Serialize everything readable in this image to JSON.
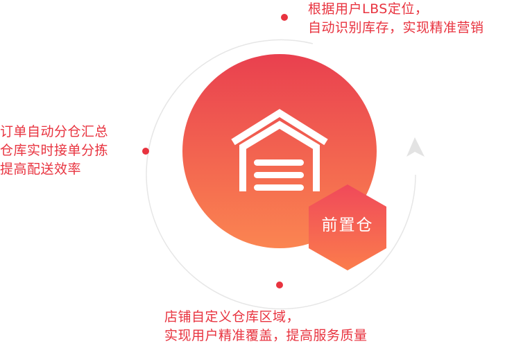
{
  "center": {
    "icon": "warehouse-icon",
    "badge_label": "前置仓"
  },
  "features": [
    {
      "lines": [
        "根据用户LBS定位，",
        "自动识别库存，实现精准营销"
      ]
    },
    {
      "lines": [
        "订单自动分仓汇总",
        "仓库实时接单分拣",
        "提高配送效率"
      ]
    },
    {
      "lines": [
        "店铺自定义仓库区域，",
        "实现用户精准覆盖，提高服务质量"
      ]
    }
  ],
  "colors": {
    "accent": "#e8333f",
    "circle_top": "#e9404f",
    "circle_bottom": "#fb8551",
    "orbit": "#e6e6e6",
    "arrow": "#e3e3e3"
  }
}
